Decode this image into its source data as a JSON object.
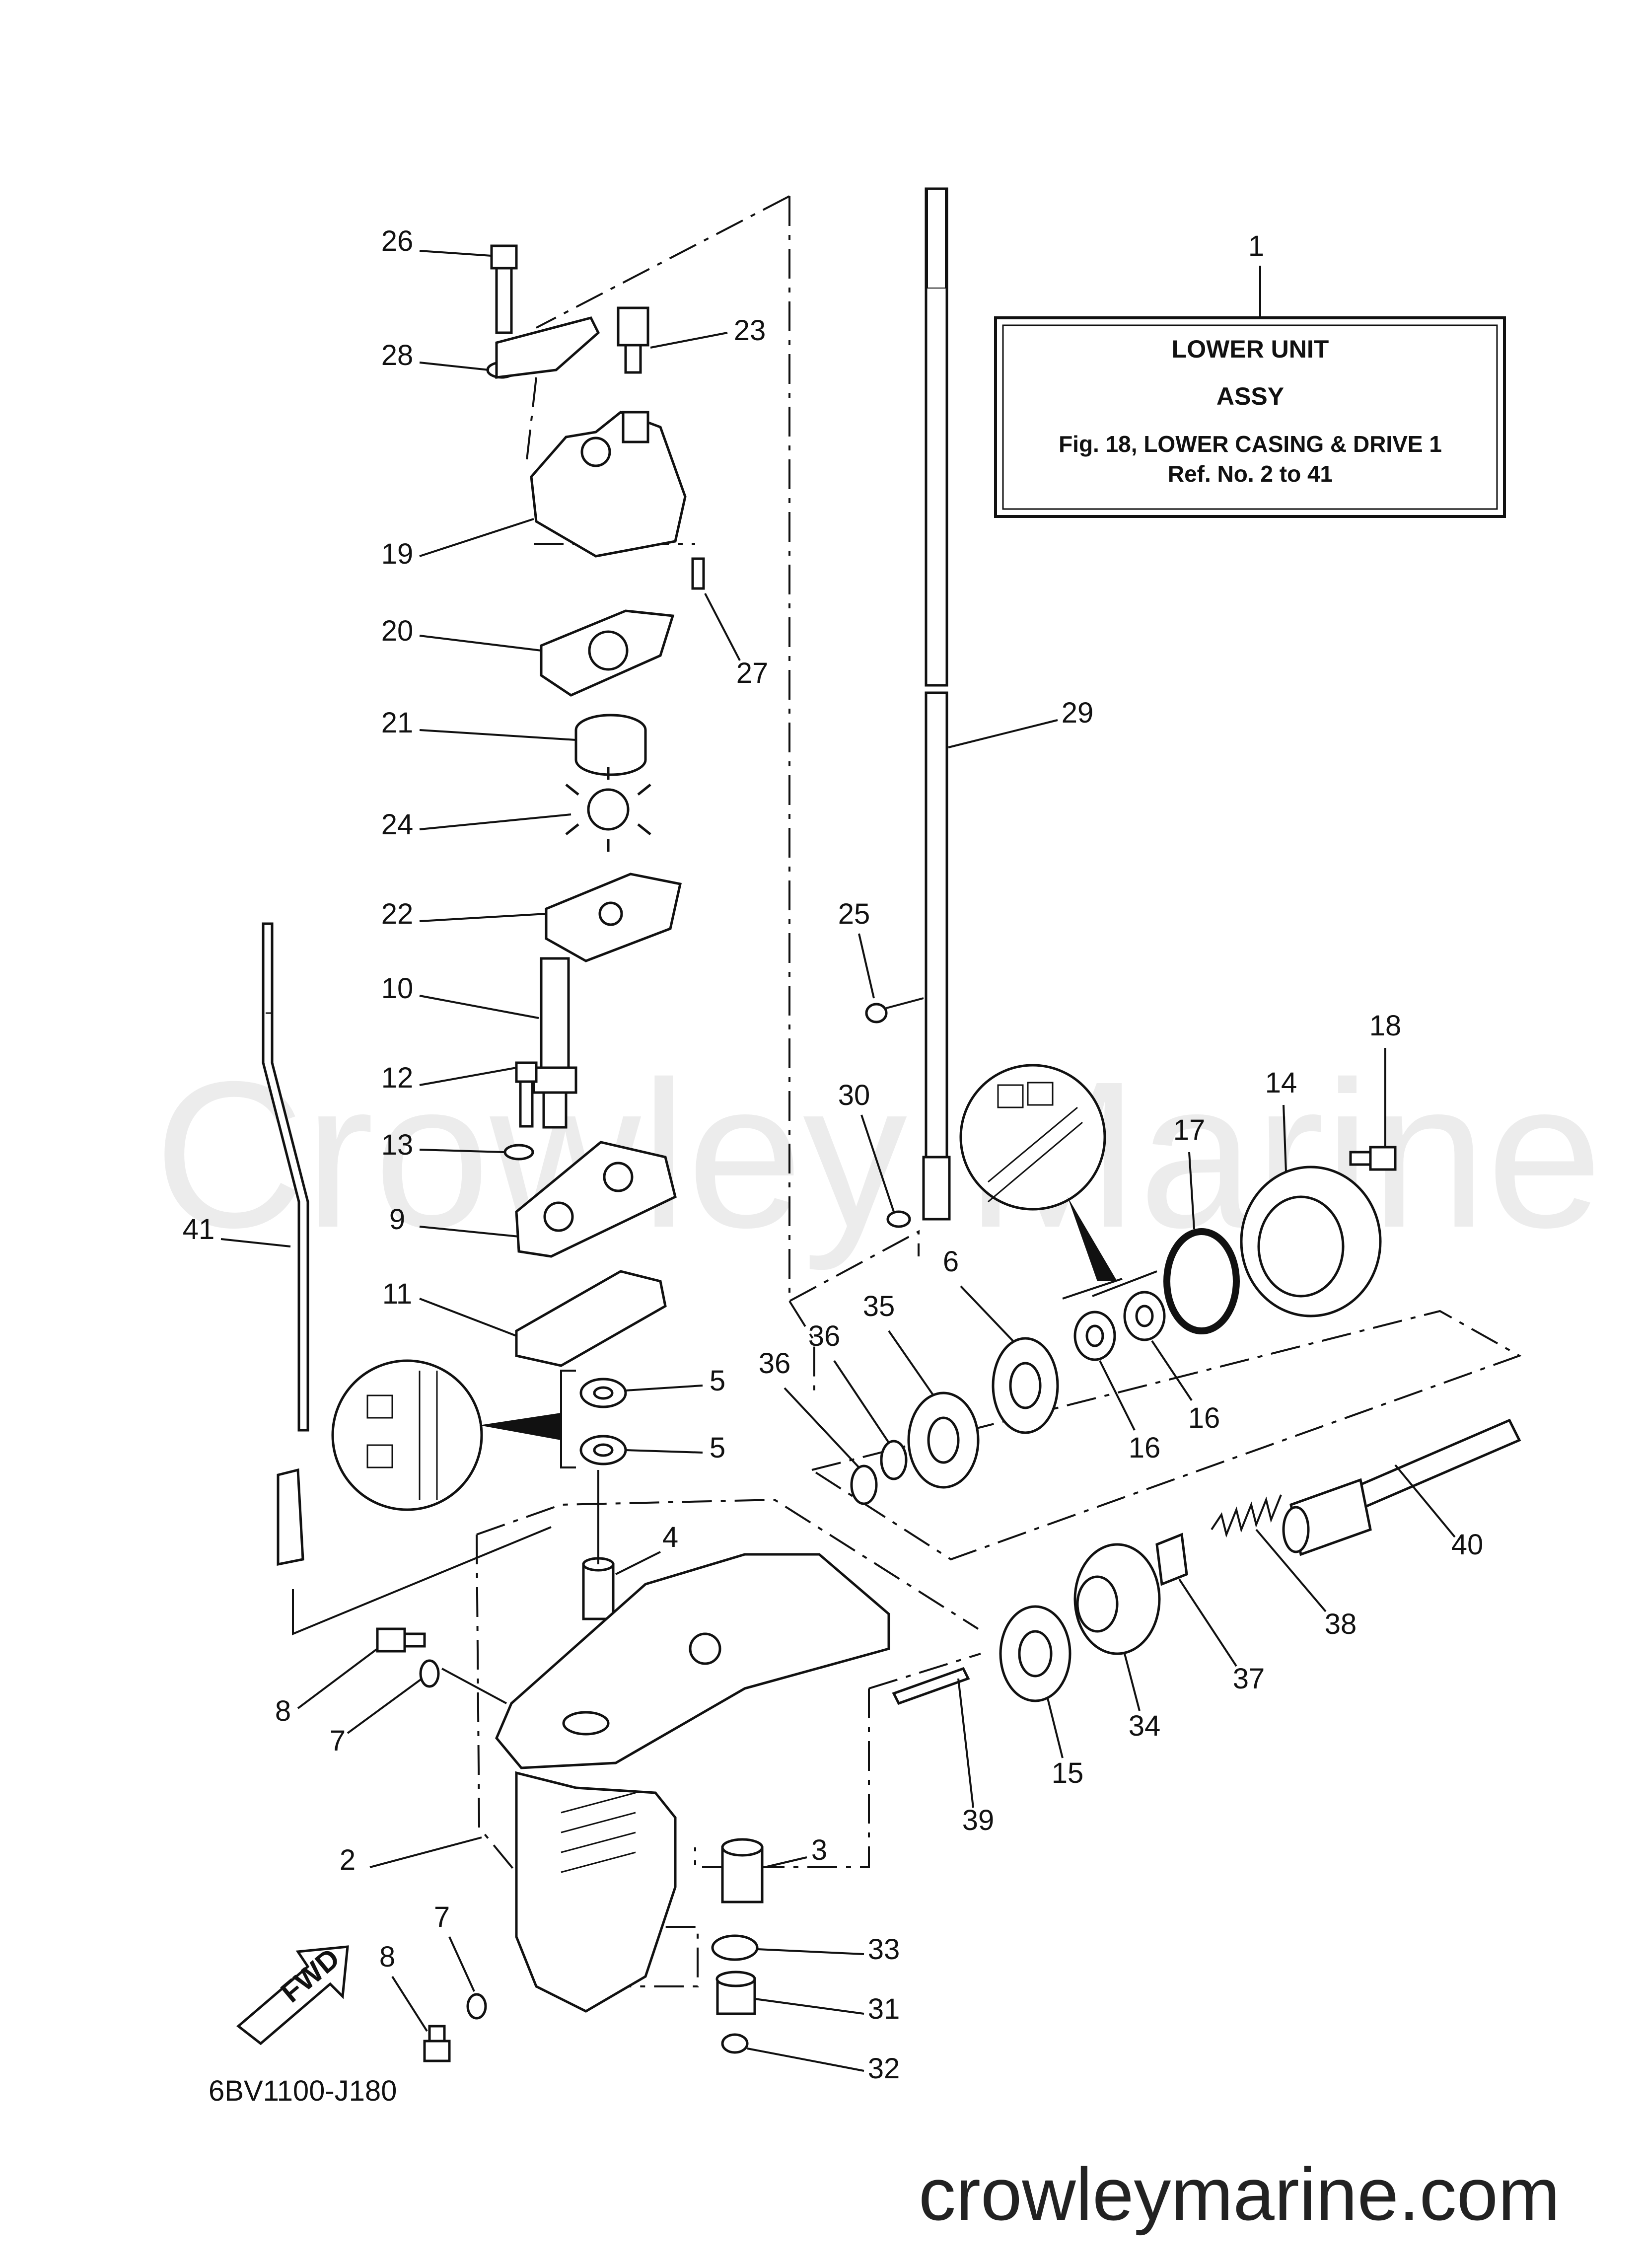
{
  "watermark": "Crowley Marine",
  "site_url": "crowleymarine.com",
  "diagram_code": "6BV1100-J180",
  "fwd_label": "FWD",
  "assembly_box": {
    "ref": "1",
    "line1": "LOWER UNIT",
    "line2": "ASSY",
    "line3": "Fig. 18, LOWER CASING & DRIVE 1",
    "line4": "Ref. No. 2 to 41"
  },
  "callouts": {
    "c2": "2",
    "c3": "3",
    "c4": "4",
    "c5a": "5",
    "c5b": "5",
    "c6": "6",
    "c7a": "7",
    "c7b": "7",
    "c8a": "8",
    "c8b": "8",
    "c9": "9",
    "c10": "10",
    "c11": "11",
    "c12": "12",
    "c13": "13",
    "c14": "14",
    "c15": "15",
    "c16a": "16",
    "c16b": "16",
    "c17": "17",
    "c18": "18",
    "c19": "19",
    "c20": "20",
    "c21": "21",
    "c22": "22",
    "c23": "23",
    "c24": "24",
    "c25": "25",
    "c26": "26",
    "c27": "27",
    "c28": "28",
    "c29": "29",
    "c30": "30",
    "c31": "31",
    "c32": "32",
    "c33": "33",
    "c34": "34",
    "c35": "35",
    "c36a": "36",
    "c36b": "36",
    "c37": "37",
    "c38": "38",
    "c39": "39",
    "c40": "40",
    "c41": "41"
  }
}
